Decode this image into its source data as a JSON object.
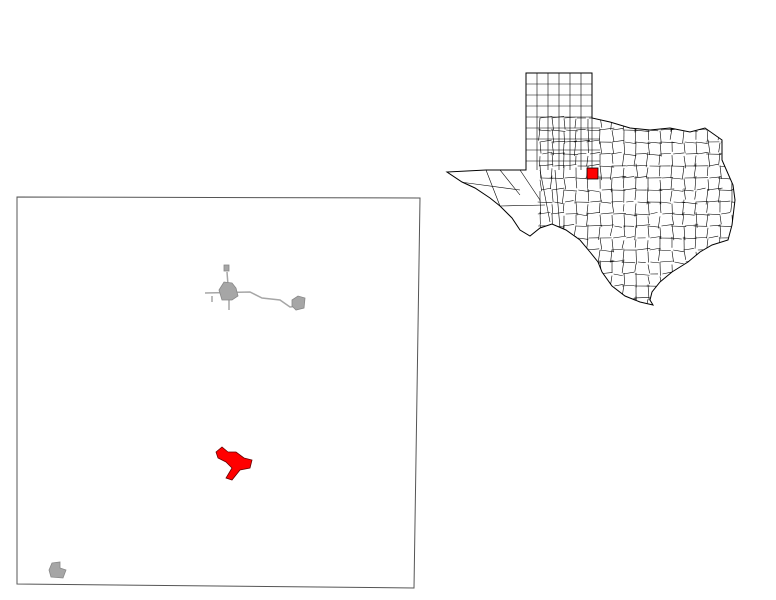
{
  "map": {
    "colors": {
      "background": "#ffffff",
      "outline": "#000000",
      "highlight": "#ff0000",
      "other_places": "#a6a6a6",
      "roads": "#a6a6a6"
    },
    "county_inset": {
      "highlighted_place": "red-city",
      "other_places": [
        "gray-town-north",
        "gray-town-east",
        "gray-town-southwest"
      ]
    },
    "state_locator": {
      "highlighted_county": "red-county"
    }
  }
}
